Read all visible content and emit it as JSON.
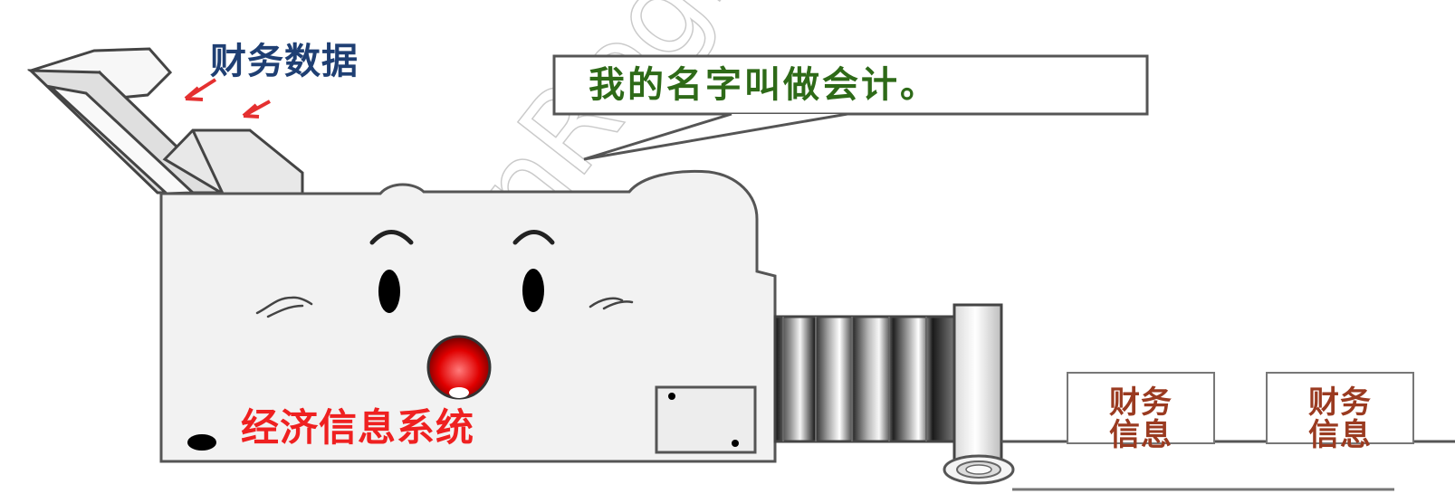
{
  "scene": {
    "title_label": "财务数据",
    "speech_text": "我的名字叫做会计。",
    "system_label": "经济信息系统",
    "cards": [
      {
        "line1": "财务",
        "line2": "信息"
      },
      {
        "line1": "财务",
        "line2": "信息"
      }
    ],
    "watermark": "UnRegistered"
  },
  "colors": {
    "title_blue": "#1f3f73",
    "speech_green": "#2e6a18",
    "system_red": "#ef2020",
    "card_brown": "#9a3a20",
    "body_gray": "#f2f2f2",
    "outline_gray": "#555555",
    "arrow_red": "#e53030"
  },
  "icons": {
    "machine": "machine-body-icon",
    "paper": "paper-stack-icon",
    "speech": "speech-bubble-icon",
    "roller": "roller-icon",
    "arrow": "down-left-arrow-icon"
  }
}
